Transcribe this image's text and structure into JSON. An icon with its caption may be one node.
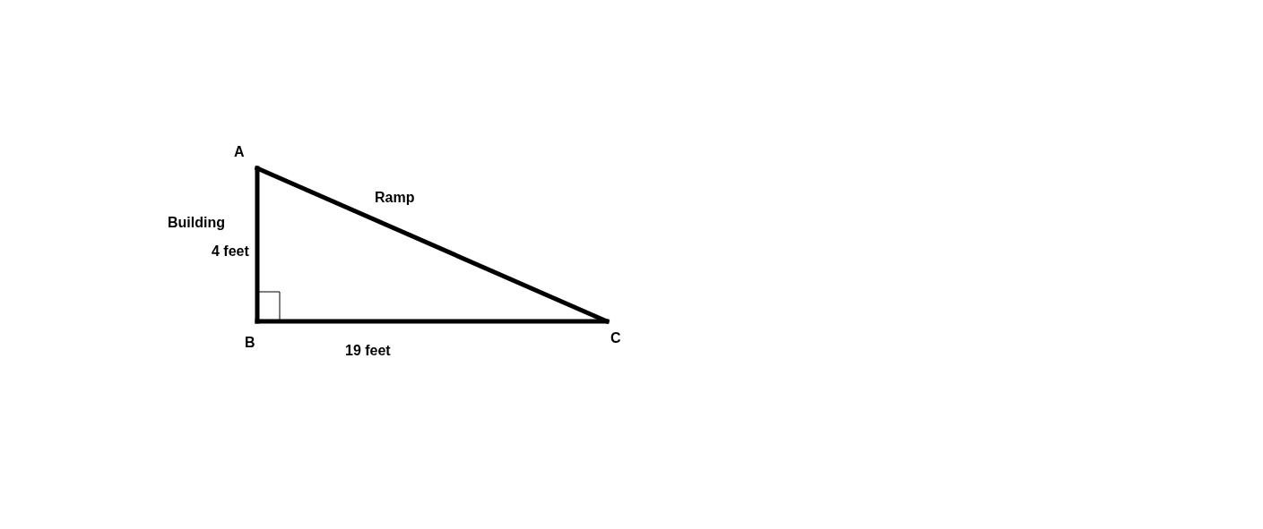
{
  "diagram": {
    "nodes": [
      {
        "text": [
          "A"
        ]
      },
      {
        "text": [
          "B"
        ]
      },
      {
        "text": [
          "C"
        ]
      }
    ],
    "edges": [
      {
        "from": 0,
        "to": 1,
        "arrow": "none"
      },
      {
        "from": 1,
        "to": 2,
        "arrow": "none"
      },
      {
        "from": 0,
        "to": 2,
        "arrow": "none"
      }
    ],
    "labels": [
      "Building",
      "4 feet",
      "Ramp",
      "19 feet"
    ]
  }
}
